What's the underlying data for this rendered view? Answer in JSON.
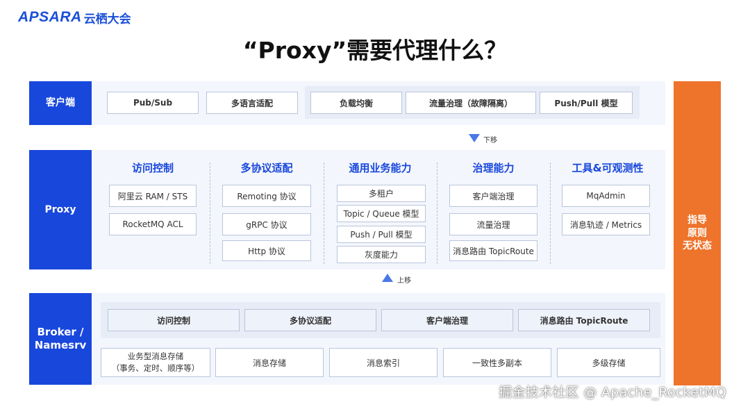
{
  "logo": {
    "brand": "APSARA",
    "name": "云栖大会"
  },
  "title": "“Proxy”需要代理什么？",
  "client": {
    "label": "客户端",
    "items": [
      "Pub/Sub",
      "多语言适配"
    ],
    "moved_items": [
      "负载均衡",
      "流量治理（故障隔离）",
      "Push/Pull 模型"
    ]
  },
  "arrow_down": "下移",
  "arrow_up": "上移",
  "proxy": {
    "label": "Proxy",
    "columns": [
      {
        "title": "访问控制",
        "items": [
          "阿里云 RAM / STS",
          "RocketMQ ACL"
        ]
      },
      {
        "title": "多协议适配",
        "items": [
          "Remoting 协议",
          "gRPC 协议",
          "Http 协议"
        ]
      },
      {
        "title": "通用业务能力",
        "items": [
          "多租户",
          "Topic / Queue 模型",
          "Push / Pull 模型",
          "灰度能力"
        ]
      },
      {
        "title": "治理能力",
        "items": [
          "客户端治理",
          "流量治理",
          "消息路由 TopicRoute"
        ]
      },
      {
        "title": "工具&可观测性",
        "items": [
          "MqAdmin",
          "消息轨迹 / Metrics"
        ]
      }
    ]
  },
  "broker": {
    "label_line1": "Broker /",
    "label_line2": "Namesrv",
    "moved_items": [
      "访问控制",
      "多协议适配",
      "客户端治理",
      "消息路由 TopicRoute"
    ],
    "items": [
      {
        "line1": "业务型消息存储",
        "line2": "（事务、定时、顺序等）"
      },
      {
        "line1": "消息存储"
      },
      {
        "line1": "消息索引"
      },
      {
        "line1": "一致性多副本"
      },
      {
        "line1": "多级存储"
      }
    ]
  },
  "principles": {
    "line1": "指导",
    "line2": "原则",
    "line3": "无状态"
  },
  "watermark": "掘金技术社区 @ Apache_RocketMQ"
}
